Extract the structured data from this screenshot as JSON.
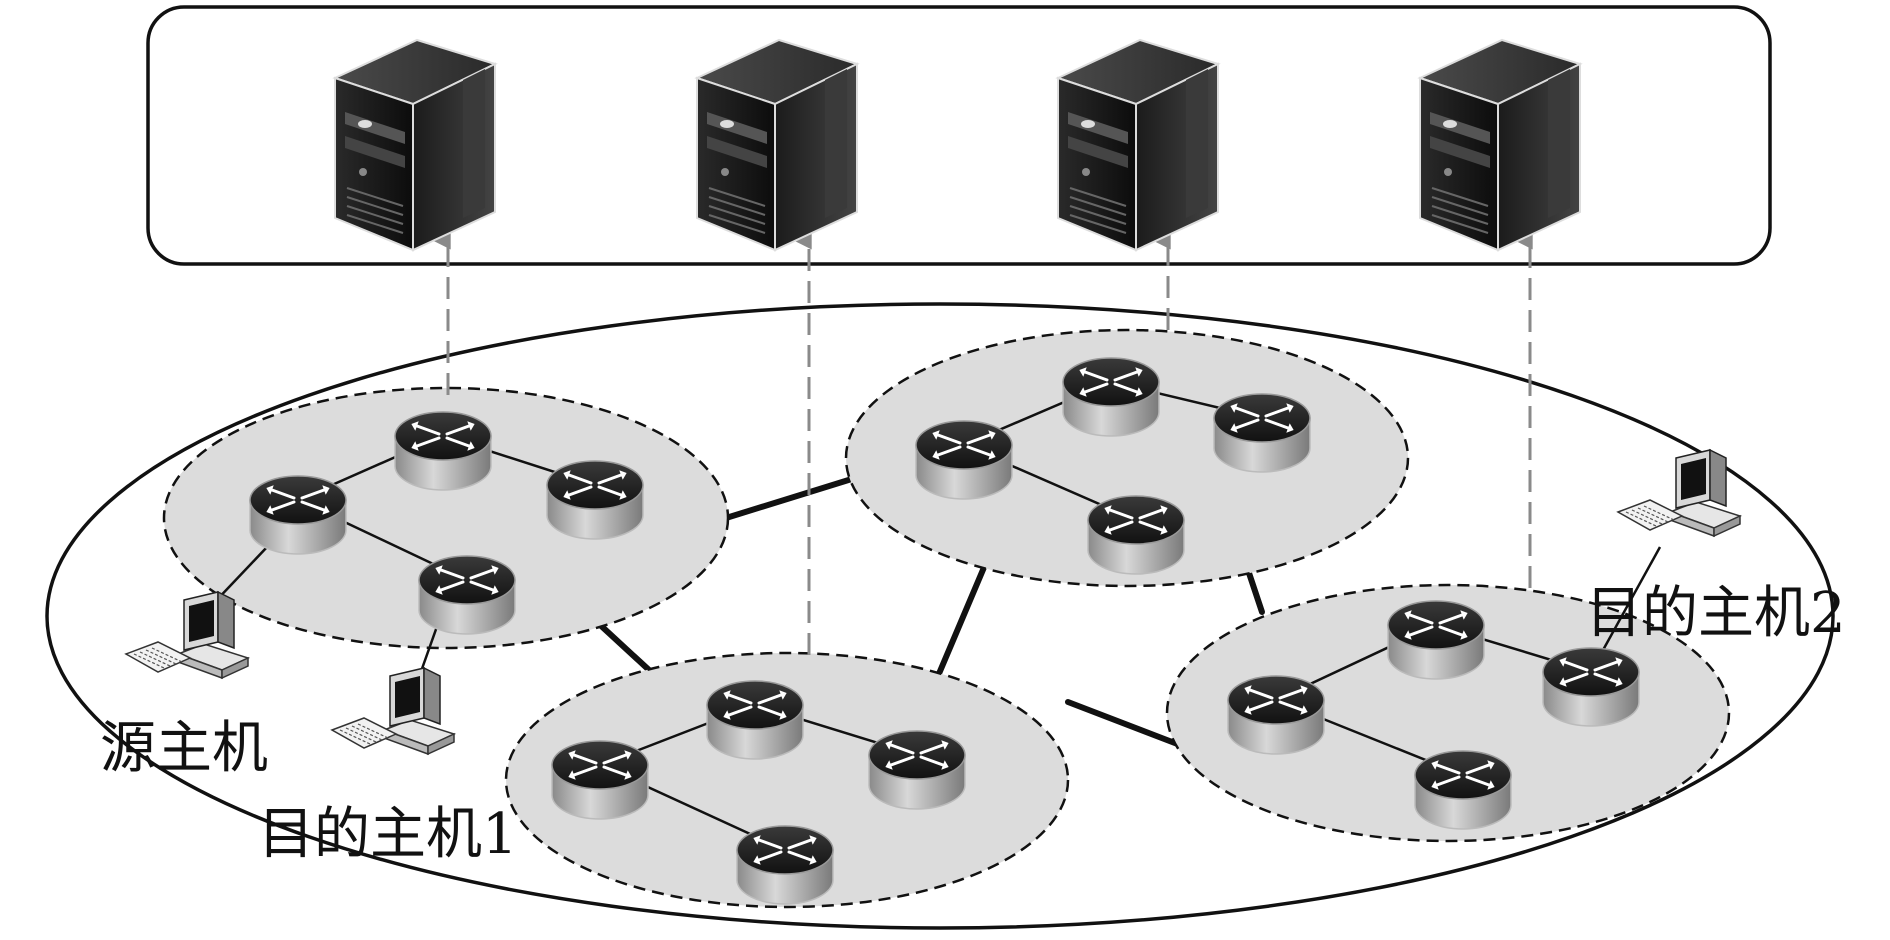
{
  "labels": {
    "source_host": "源主机",
    "dest_host_1": "目的主机1",
    "dest_host_2": "目的主机2"
  },
  "icons": {
    "server": "server-tower-icon",
    "router": "router-icon",
    "host": "desktop-computer-icon"
  },
  "colors": {
    "domain_fill": "#dcdcdc",
    "outline": "#111111",
    "arrow": "#8a8a8a",
    "server_dark": "#1a1a1a"
  }
}
